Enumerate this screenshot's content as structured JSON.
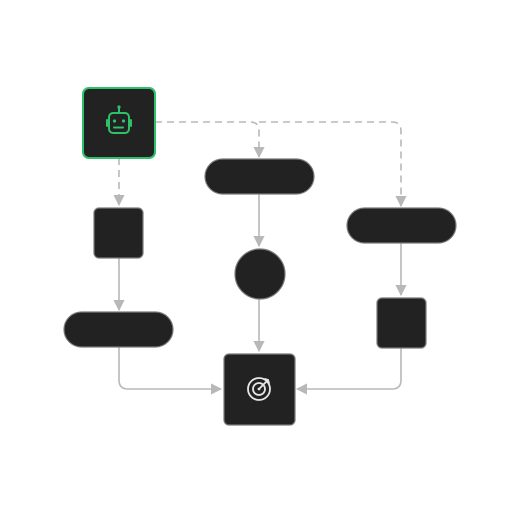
{
  "diagram": {
    "colors": {
      "node_fill": "#222222",
      "node_border": "#7a7a7a",
      "agent_accent": "#2fc06a",
      "connector": "#b8b8b8",
      "target_icon": "#e6e6e6",
      "background": "#ffffff"
    },
    "nodes": [
      {
        "id": "agent",
        "shape": "rounded-square",
        "icon": "robot-icon"
      },
      {
        "id": "pill-center-top",
        "shape": "pill"
      },
      {
        "id": "square-left",
        "shape": "rounded-square"
      },
      {
        "id": "pill-right",
        "shape": "pill"
      },
      {
        "id": "circle-center",
        "shape": "circle"
      },
      {
        "id": "pill-left",
        "shape": "pill"
      },
      {
        "id": "square-right",
        "shape": "rounded-square"
      },
      {
        "id": "target",
        "shape": "rounded-square",
        "icon": "target-icon"
      }
    ],
    "edges": [
      {
        "from": "agent",
        "to": "square-left",
        "style": "dashed"
      },
      {
        "from": "agent",
        "to": "pill-center-top",
        "style": "dashed"
      },
      {
        "from": "agent",
        "to": "pill-right",
        "style": "dashed"
      },
      {
        "from": "square-left",
        "to": "pill-left",
        "style": "solid"
      },
      {
        "from": "pill-center-top",
        "to": "circle-center",
        "style": "solid"
      },
      {
        "from": "circle-center",
        "to": "target",
        "style": "solid"
      },
      {
        "from": "pill-right",
        "to": "square-right",
        "style": "solid"
      },
      {
        "from": "pill-left",
        "to": "target",
        "style": "solid"
      },
      {
        "from": "square-right",
        "to": "target",
        "style": "solid"
      }
    ]
  }
}
